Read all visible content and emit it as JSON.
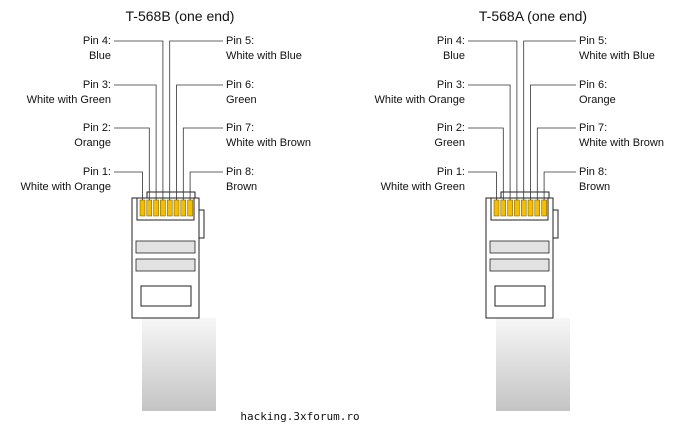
{
  "diagrams": [
    {
      "title": "T-568B (one end)",
      "pins": [
        {
          "pin": "Pin 1:",
          "color": "White with Orange"
        },
        {
          "pin": "Pin 2:",
          "color": "Orange"
        },
        {
          "pin": "Pin 3:",
          "color": "White with Green"
        },
        {
          "pin": "Pin 4:",
          "color": "Blue"
        },
        {
          "pin": "Pin 5:",
          "color": "White with Blue"
        },
        {
          "pin": "Pin 6:",
          "color": "Green"
        },
        {
          "pin": "Pin 7:",
          "color": "White with Brown"
        },
        {
          "pin": "Pin 8:",
          "color": "Brown"
        }
      ]
    },
    {
      "title": "T-568A (one end)",
      "pins": [
        {
          "pin": "Pin 1:",
          "color": "White with Green"
        },
        {
          "pin": "Pin 2:",
          "color": "Green"
        },
        {
          "pin": "Pin 3:",
          "color": "White with Orange"
        },
        {
          "pin": "Pin 4:",
          "color": "Blue"
        },
        {
          "pin": "Pin 5:",
          "color": "White with Blue"
        },
        {
          "pin": "Pin 6:",
          "color": "Orange"
        },
        {
          "pin": "Pin 7:",
          "color": "White with Brown"
        },
        {
          "pin": "Pin 8:",
          "color": "Brown"
        }
      ]
    }
  ],
  "watermark": "hacking.3xforum.ro",
  "colors": {
    "pin": "#f3bd00",
    "cable_light": "#f7f7f7",
    "cable_dark": "#c4c4c4",
    "slot": "#e2e2e2"
  }
}
